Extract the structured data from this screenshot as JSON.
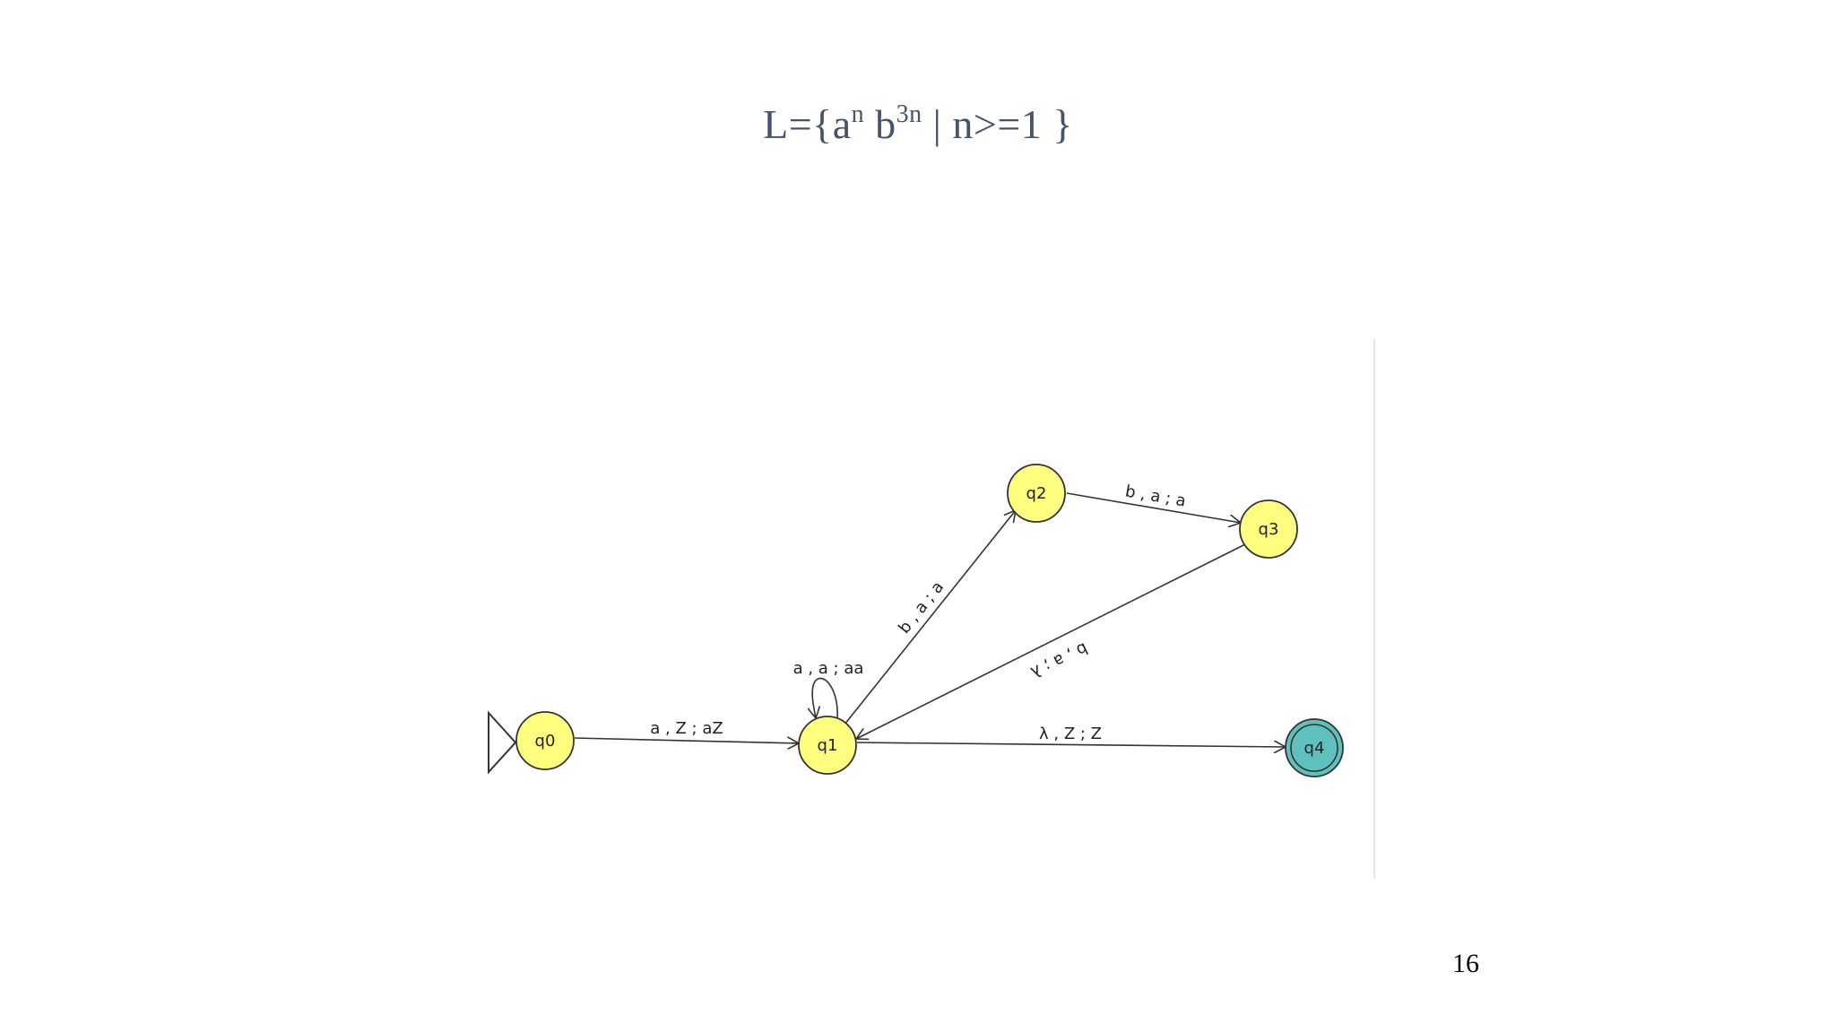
{
  "slide": {
    "title": {
      "prefix": "L={a",
      "exp1": "n",
      "mid": " b",
      "exp2": "3n",
      "suffix": " | n>=1 }"
    },
    "page_number": "16"
  },
  "automaton": {
    "state_color": "#ffff7f",
    "final_state_color": "#5fc1bd",
    "states": [
      {
        "id": "q0",
        "label": "q0",
        "initial": true,
        "final": false
      },
      {
        "id": "q1",
        "label": "q1",
        "initial": false,
        "final": false
      },
      {
        "id": "q2",
        "label": "q2",
        "initial": false,
        "final": false
      },
      {
        "id": "q3",
        "label": "q3",
        "initial": false,
        "final": false
      },
      {
        "id": "q4",
        "label": "q4",
        "initial": false,
        "final": true
      }
    ],
    "transitions": [
      {
        "id": "t-q0-q1",
        "from": "q0",
        "to": "q1",
        "label": "a , Z ; aZ"
      },
      {
        "id": "t-q1-q1",
        "from": "q1",
        "to": "q1",
        "label": "a , a ; aa"
      },
      {
        "id": "t-q1-q2",
        "from": "q1",
        "to": "q2",
        "label": "b , a ; a"
      },
      {
        "id": "t-q2-q3",
        "from": "q2",
        "to": "q3",
        "label": "b , a ; a"
      },
      {
        "id": "t-q3-q1",
        "from": "q3",
        "to": "q1",
        "label": "b , a ; λ"
      },
      {
        "id": "t-q1-q4",
        "from": "q1",
        "to": "q4",
        "label": "λ , Z ; Z"
      }
    ]
  }
}
